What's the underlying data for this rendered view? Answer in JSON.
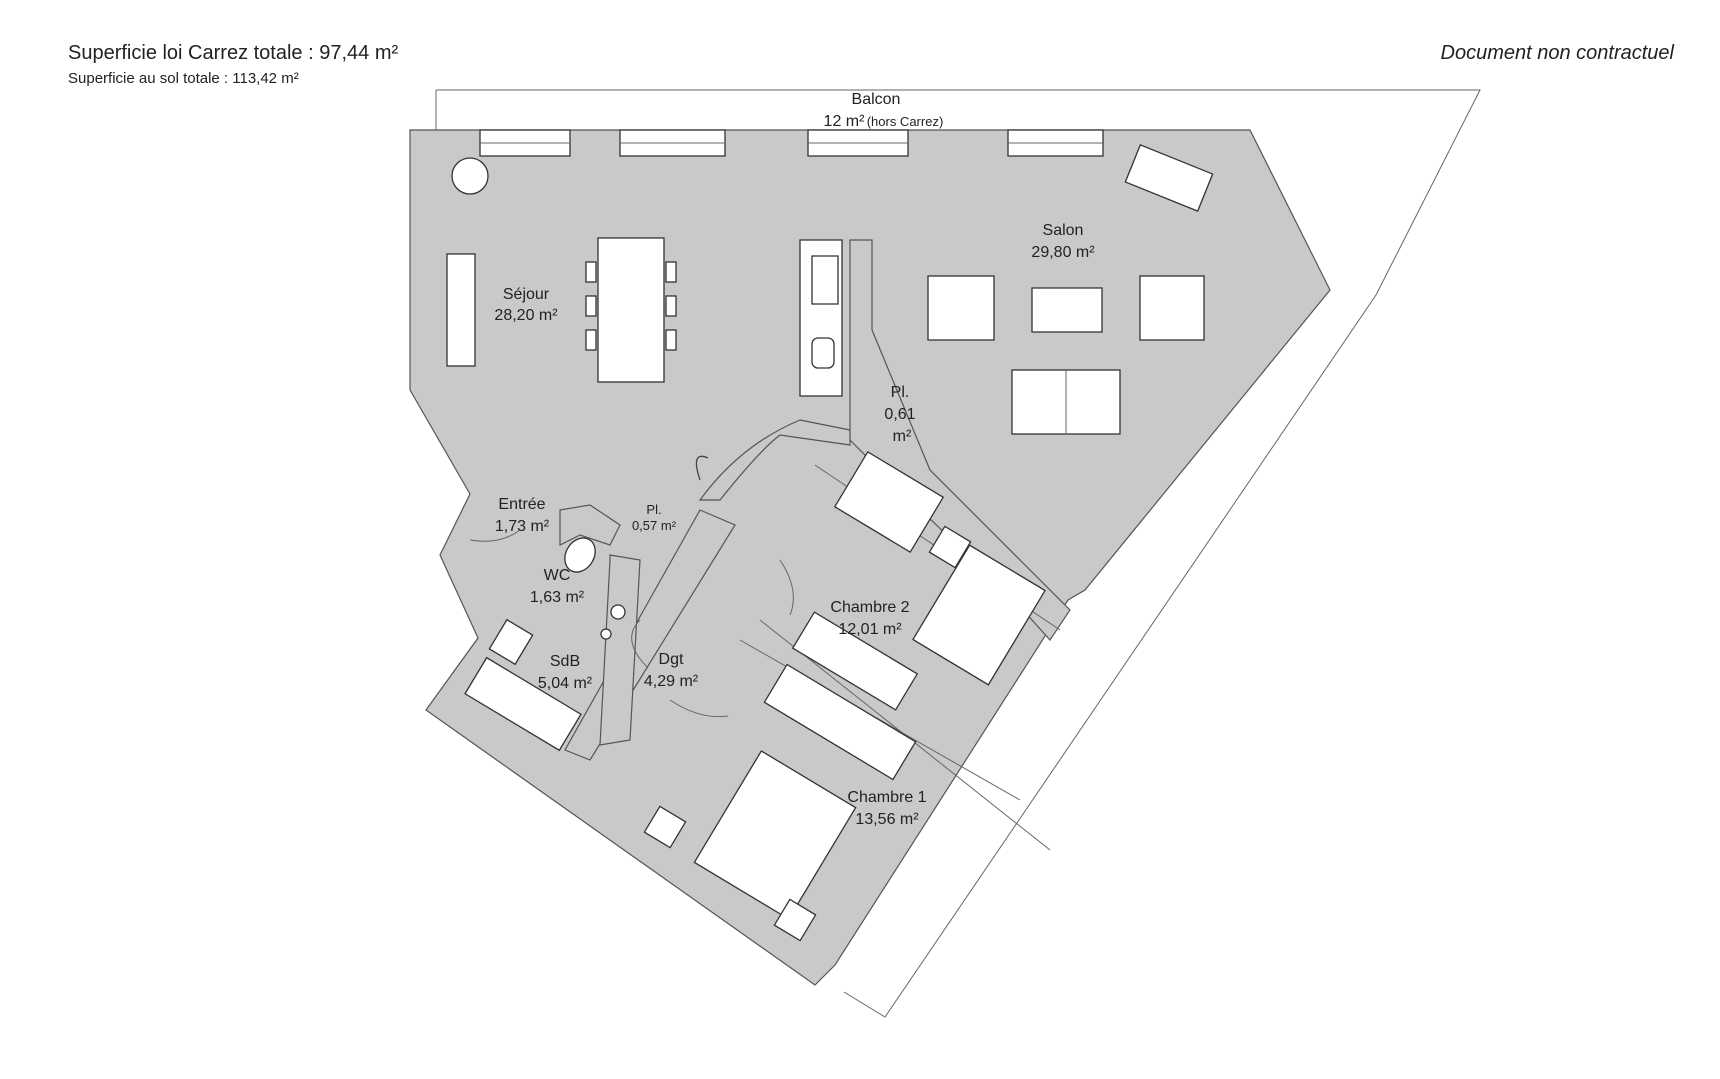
{
  "header": {
    "carrez_total": "Superficie loi Carrez totale :  97,44 m²",
    "floor_total": "Superficie au sol totale :  113,42 m²",
    "disclaimer": "Document non contractuel"
  },
  "rooms": {
    "balcon": {
      "name": "Balcon",
      "area": "12 m²",
      "note": "(hors Carrez)"
    },
    "sejour": {
      "name": "Séjour",
      "area": "28,20 m²"
    },
    "salon": {
      "name": "Salon",
      "area": "29,80 m²"
    },
    "placard1": {
      "name": "Pl.",
      "area": "0,61",
      "unit": "m²"
    },
    "entree": {
      "name": "Entrée",
      "area": "1,73 m²"
    },
    "placard2": {
      "name": "Pl.",
      "area": "0,57 m²"
    },
    "wc": {
      "name": "WC",
      "area": "1,63 m²"
    },
    "sdb": {
      "name": "SdB",
      "area": "5,04 m²"
    },
    "dgt": {
      "name": "Dgt",
      "area": "4,29 m²"
    },
    "chambre2": {
      "name": "Chambre 2",
      "area": "12,01 m²"
    },
    "chambre1": {
      "name": "Chambre 1",
      "area": "13,56 m²"
    }
  }
}
